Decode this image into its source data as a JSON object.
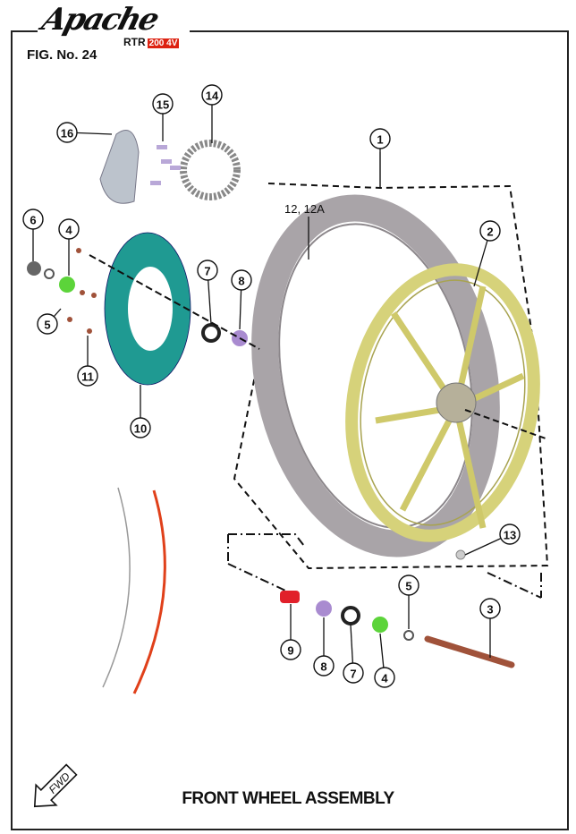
{
  "brand": {
    "logo": "Apache",
    "model": "RTR",
    "model_number": "200 4V"
  },
  "figure_number": "FIG. No. 24",
  "title": "FRONT WHEEL ASSEMBLY",
  "fwd_label": "FWD",
  "tyre_label": "12, 12A",
  "callouts": [
    "16",
    "15",
    "14",
    "1",
    "2",
    "6",
    "4",
    "5",
    "11",
    "7",
    "8",
    "10",
    "13",
    "5",
    "3",
    "9",
    "8",
    "7",
    "4"
  ],
  "colors": {
    "disc": "#1f9a92",
    "rim": "#d6d27a",
    "tyre": "#a9a4a8",
    "spacer_green": "#5cd43a",
    "spacer_purple": "#a98bd0",
    "axle": "#a0523a",
    "rim_tape": "#e0401a"
  }
}
